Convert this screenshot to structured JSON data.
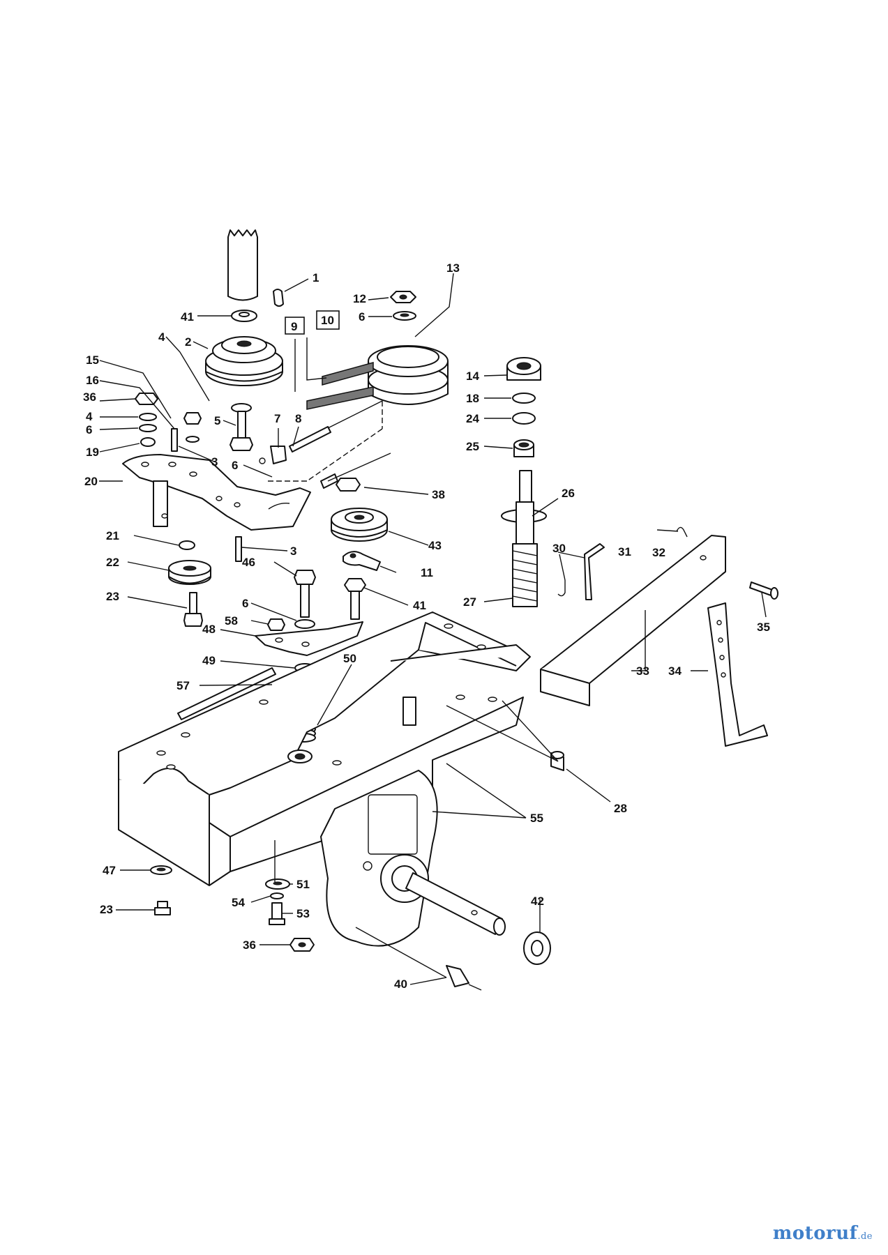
{
  "diagram": {
    "callouts": [
      {
        "id": "c1",
        "text": "1"
      },
      {
        "id": "c2",
        "text": "2"
      },
      {
        "id": "c3a",
        "text": "3"
      },
      {
        "id": "c3b",
        "text": "3"
      },
      {
        "id": "c4a",
        "text": "4"
      },
      {
        "id": "c4b",
        "text": "4"
      },
      {
        "id": "c5",
        "text": "5"
      },
      {
        "id": "c6a",
        "text": "6"
      },
      {
        "id": "c6b",
        "text": "6"
      },
      {
        "id": "c6c",
        "text": "6"
      },
      {
        "id": "c6d",
        "text": "6"
      },
      {
        "id": "c7",
        "text": "7"
      },
      {
        "id": "c8",
        "text": "8"
      },
      {
        "id": "c9",
        "text": "9"
      },
      {
        "id": "c10",
        "text": "10"
      },
      {
        "id": "c11",
        "text": "11"
      },
      {
        "id": "c12",
        "text": "12"
      },
      {
        "id": "c13",
        "text": "13"
      },
      {
        "id": "c14",
        "text": "14"
      },
      {
        "id": "c15",
        "text": "15"
      },
      {
        "id": "c16",
        "text": "16"
      },
      {
        "id": "c18",
        "text": "18"
      },
      {
        "id": "c19",
        "text": "19"
      },
      {
        "id": "c20",
        "text": "20"
      },
      {
        "id": "c21",
        "text": "21"
      },
      {
        "id": "c22",
        "text": "22"
      },
      {
        "id": "c23a",
        "text": "23"
      },
      {
        "id": "c23b",
        "text": "23"
      },
      {
        "id": "c24",
        "text": "24"
      },
      {
        "id": "c25",
        "text": "25"
      },
      {
        "id": "c26",
        "text": "26"
      },
      {
        "id": "c27",
        "text": "27"
      },
      {
        "id": "c28",
        "text": "28"
      },
      {
        "id": "c30",
        "text": "30"
      },
      {
        "id": "c31",
        "text": "31"
      },
      {
        "id": "c32",
        "text": "32"
      },
      {
        "id": "c33",
        "text": "33"
      },
      {
        "id": "c34",
        "text": "34"
      },
      {
        "id": "c35",
        "text": "35"
      },
      {
        "id": "c36a",
        "text": "36"
      },
      {
        "id": "c36b",
        "text": "36"
      },
      {
        "id": "c38",
        "text": "38"
      },
      {
        "id": "c40",
        "text": "40"
      },
      {
        "id": "c41a",
        "text": "41"
      },
      {
        "id": "c41b",
        "text": "41"
      },
      {
        "id": "c42",
        "text": "42"
      },
      {
        "id": "c43",
        "text": "43"
      },
      {
        "id": "c46",
        "text": "46"
      },
      {
        "id": "c47",
        "text": "47"
      },
      {
        "id": "c48",
        "text": "48"
      },
      {
        "id": "c49",
        "text": "49"
      },
      {
        "id": "c50",
        "text": "50"
      },
      {
        "id": "c51",
        "text": "51"
      },
      {
        "id": "c53",
        "text": "53"
      },
      {
        "id": "c54",
        "text": "54"
      },
      {
        "id": "c55",
        "text": "55"
      },
      {
        "id": "c57",
        "text": "57"
      },
      {
        "id": "c58",
        "text": "58"
      }
    ]
  },
  "watermark": {
    "brand": "motoruf",
    "suffix": ".de"
  }
}
